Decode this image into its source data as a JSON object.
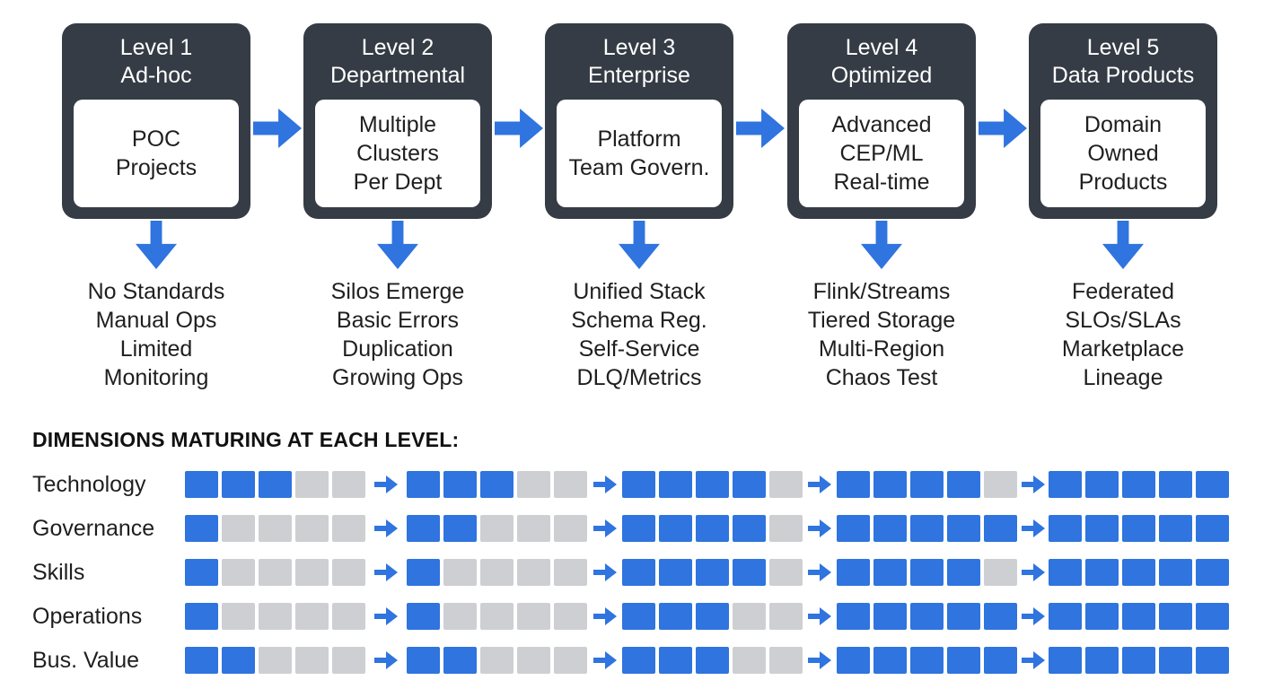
{
  "accent_color": "#2f74df",
  "inactive_color": "#cdcfd3",
  "card_color": "#353c45",
  "levels": [
    {
      "level": "Level 1",
      "name": "Ad-hoc",
      "inner": [
        "POC",
        "Projects"
      ],
      "outcomes": [
        "No Standards",
        "Manual Ops",
        "Limited",
        "Monitoring"
      ]
    },
    {
      "level": "Level 2",
      "name": "Departmental",
      "inner": [
        "Multiple",
        "Clusters",
        "Per Dept"
      ],
      "outcomes": [
        "Silos Emerge",
        "Basic Errors",
        "Duplication",
        "Growing Ops"
      ]
    },
    {
      "level": "Level 3",
      "name": "Enterprise",
      "inner": [
        "Platform",
        "Team Govern."
      ],
      "outcomes": [
        "Unified Stack",
        "Schema Reg.",
        "Self-Service",
        "DLQ/Metrics"
      ]
    },
    {
      "level": "Level 4",
      "name": "Optimized",
      "inner": [
        "Advanced",
        "CEP/ML",
        "Real-time"
      ],
      "outcomes": [
        "Flink/Streams",
        "Tiered Storage",
        "Multi-Region",
        "Chaos Test"
      ]
    },
    {
      "level": "Level 5",
      "name": "Data Products",
      "inner": [
        "Domain",
        "Owned",
        "Products"
      ],
      "outcomes": [
        "Federated",
        "SLOs/SLAs",
        "Marketplace",
        "Lineage"
      ]
    }
  ],
  "dimensions": {
    "heading": "DIMENSIONS MATURING AT EACH LEVEL:",
    "segments_per_level": 5,
    "rows": [
      {
        "label": "Technology",
        "filled": [
          3,
          3,
          4,
          4,
          5
        ]
      },
      {
        "label": "Governance",
        "filled": [
          1,
          2,
          4,
          5,
          5
        ]
      },
      {
        "label": "Skills",
        "filled": [
          1,
          1,
          4,
          4,
          5
        ]
      },
      {
        "label": "Operations",
        "filled": [
          1,
          1,
          3,
          5,
          5
        ]
      },
      {
        "label": "Bus. Value",
        "filled": [
          2,
          2,
          3,
          5,
          5
        ]
      }
    ]
  }
}
